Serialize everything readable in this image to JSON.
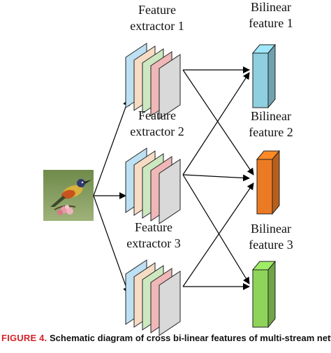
{
  "extractors": [
    {
      "label_line1": "Feature",
      "label_line2": "extractor 1"
    },
    {
      "label_line1": "Feature",
      "label_line2": "extractor 2"
    },
    {
      "label_line1": "Feature",
      "label_line2": "extractor 3"
    }
  ],
  "bilinear_features": [
    {
      "label_line1": "Bilinear",
      "label_line2": "feature 1",
      "color": "#8ecfe0"
    },
    {
      "label_line1": "Bilinear",
      "label_line2": "feature 2",
      "color": "#ec7a22"
    },
    {
      "label_line1": "Bilinear",
      "label_line2": "feature 3",
      "color": "#8ed45a"
    }
  ],
  "feature_map_colors": [
    "#bde0f2",
    "#f6dcc4",
    "#cde8c0",
    "#efb7b7",
    "#d9d9d9"
  ],
  "input_image": {
    "icon": "bird-photo-icon"
  },
  "caption": {
    "label": "FIGURE 4.",
    "text": "Schematic diagram of cross bi-linear features of multi-stream networks.",
    "label_color": "#d2232a"
  }
}
